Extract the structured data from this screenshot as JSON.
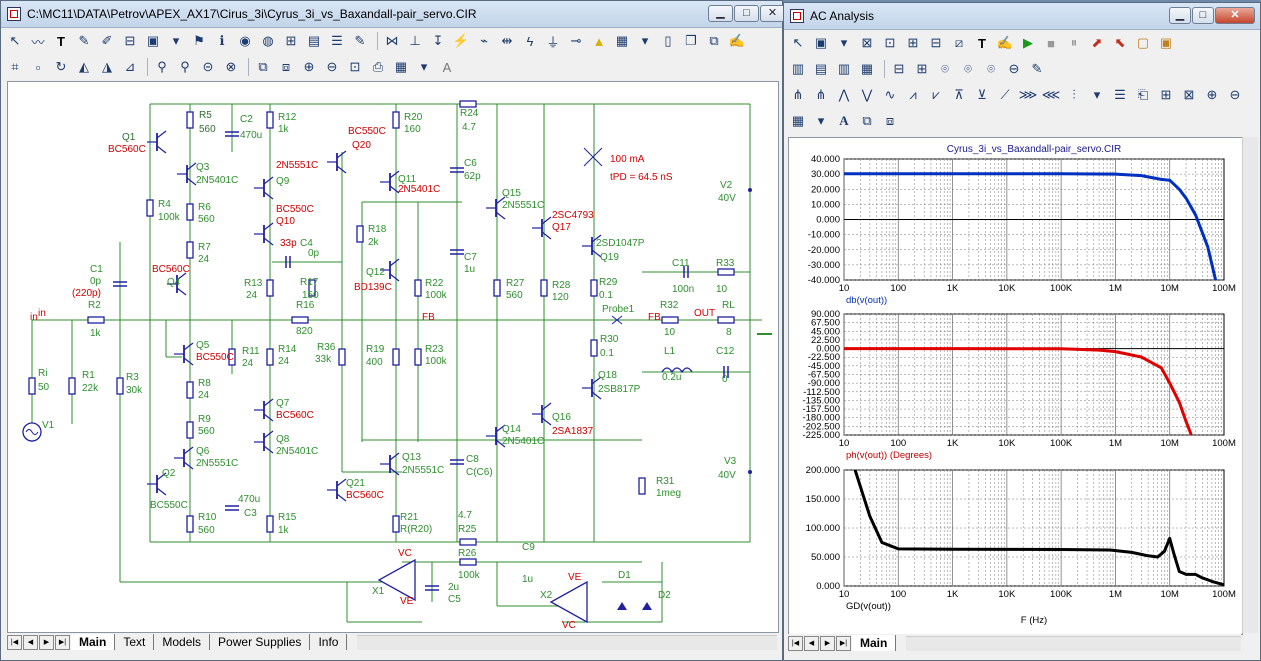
{
  "left_window": {
    "title": "C:\\MC11\\DATA\\Petrov\\APEX_AX17\\Cirus_3i\\Cyrus_3i_vs_Baxandall-pair_servo.CIR",
    "tabs": [
      "Main",
      "Text",
      "Models",
      "Power Supplies",
      "Info"
    ]
  },
  "right_window": {
    "title": "AC Analysis",
    "tabs": [
      "Main"
    ],
    "plot_title": "Cyrus_3i_vs_Baxandall-pair_servo.CIR",
    "x_axis_label": "F (Hz)"
  },
  "schematic": {
    "labels": [
      {
        "t": "R5"
      },
      {
        "t": "560"
      },
      {
        "t": "C2"
      },
      {
        "t": "470u"
      },
      {
        "t": "R12"
      },
      {
        "t": "1k"
      },
      {
        "t": "R20"
      },
      {
        "t": "160"
      },
      {
        "t": "BC550C"
      },
      {
        "t": "Q20"
      },
      {
        "t": "R24"
      },
      {
        "t": "4.7"
      },
      {
        "t": "Q1"
      },
      {
        "t": "BC560C"
      },
      {
        "t": "2N5551C"
      },
      {
        "t": "Q3"
      },
      {
        "t": "2N5401C"
      },
      {
        "t": "Q9"
      },
      {
        "t": "Q11"
      },
      {
        "t": "2N5401C"
      },
      {
        "t": "C6"
      },
      {
        "t": "62p"
      },
      {
        "t": "100 mA"
      },
      {
        "t": "tPD = 64.5 nS"
      },
      {
        "t": "R4"
      },
      {
        "t": "100k"
      },
      {
        "t": "R6"
      },
      {
        "t": "560"
      },
      {
        "t": "BC550C"
      },
      {
        "t": "Q10"
      },
      {
        "t": "Q15"
      },
      {
        "t": "2N5551C"
      },
      {
        "t": "2SC4793"
      },
      {
        "t": "Q17"
      },
      {
        "t": "V2"
      },
      {
        "t": "40V"
      },
      {
        "t": "R18"
      },
      {
        "t": "2k"
      },
      {
        "t": "R7"
      },
      {
        "t": "24"
      },
      {
        "t": "33p"
      },
      {
        "t": "C4"
      },
      {
        "t": "0p"
      },
      {
        "t": "2SD1047P"
      },
      {
        "t": "Q19"
      },
      {
        "t": "C11"
      },
      {
        "t": "R33"
      },
      {
        "t": "C1"
      },
      {
        "t": "0p"
      },
      {
        "t": "(220p)"
      },
      {
        "t": "BC560C"
      },
      {
        "t": "Q4"
      },
      {
        "t": "Q12"
      },
      {
        "t": "BD139C"
      },
      {
        "t": "R13"
      },
      {
        "t": "24"
      },
      {
        "t": "R17"
      },
      {
        "t": "150"
      },
      {
        "t": "C7"
      },
      {
        "t": "1u"
      },
      {
        "t": "R22"
      },
      {
        "t": "100k"
      },
      {
        "t": "R27"
      },
      {
        "t": "560"
      },
      {
        "t": "R28"
      },
      {
        "t": "120"
      },
      {
        "t": "R29"
      },
      {
        "t": "0.1"
      },
      {
        "t": "100n"
      },
      {
        "t": "10"
      },
      {
        "t": "R2"
      },
      {
        "t": "1k"
      },
      {
        "t": "R16"
      },
      {
        "t": "820"
      },
      {
        "t": "FB"
      },
      {
        "t": "Probe1"
      },
      {
        "t": "FB"
      },
      {
        "t": "R32"
      },
      {
        "t": "10"
      },
      {
        "t": "OUT"
      },
      {
        "t": "RL"
      },
      {
        "t": "8"
      },
      {
        "t": "in"
      },
      {
        "t": "in"
      },
      {
        "t": "Q5"
      },
      {
        "t": "BC550C"
      },
      {
        "t": "R11"
      },
      {
        "t": "24"
      },
      {
        "t": "R14"
      },
      {
        "t": "24"
      },
      {
        "t": "R36"
      },
      {
        "t": "33k"
      },
      {
        "t": "R19"
      },
      {
        "t": "400"
      },
      {
        "t": "R23"
      },
      {
        "t": "100k"
      },
      {
        "t": "R30"
      },
      {
        "t": "0.1"
      },
      {
        "t": "L1"
      },
      {
        "t": "0.2u"
      },
      {
        "t": "C12"
      },
      {
        "t": "0"
      },
      {
        "t": "Ri"
      },
      {
        "t": "50"
      },
      {
        "t": "R1"
      },
      {
        "t": "22k"
      },
      {
        "t": "R3"
      },
      {
        "t": "30k"
      },
      {
        "t": "Q18"
      },
      {
        "t": "2SB817P"
      },
      {
        "t": "R8"
      },
      {
        "t": "24"
      },
      {
        "t": "Q7"
      },
      {
        "t": "BC560C"
      },
      {
        "t": "V1"
      },
      {
        "t": "R9"
      },
      {
        "t": "560"
      },
      {
        "t": "Q14"
      },
      {
        "t": "2N5401C"
      },
      {
        "t": "Q16"
      },
      {
        "t": "2SA1837"
      },
      {
        "t": "Q6"
      },
      {
        "t": "2N5551C"
      },
      {
        "t": "Q8"
      },
      {
        "t": "2N5401C"
      },
      {
        "t": "Q13"
      },
      {
        "t": "2N5551C"
      },
      {
        "t": "C8"
      },
      {
        "t": "C(C6)"
      },
      {
        "t": "V3"
      },
      {
        "t": "40V"
      },
      {
        "t": "Q2"
      },
      {
        "t": "Q21"
      },
      {
        "t": "BC560C"
      },
      {
        "t": "R31"
      },
      {
        "t": "1meg"
      },
      {
        "t": "470u"
      },
      {
        "t": "BC550C"
      },
      {
        "t": "C3"
      },
      {
        "t": "R10"
      },
      {
        "t": "560"
      },
      {
        "t": "R15"
      },
      {
        "t": "1k"
      },
      {
        "t": "R21"
      },
      {
        "t": "R(R20)"
      },
      {
        "t": "4.7"
      },
      {
        "t": "R25"
      },
      {
        "t": "VC"
      },
      {
        "t": "R26"
      },
      {
        "t": "100k"
      },
      {
        "t": "C9"
      },
      {
        "t": "1u"
      },
      {
        "t": "VE"
      },
      {
        "t": "D1"
      },
      {
        "t": "X1"
      },
      {
        "t": "2u"
      },
      {
        "t": "C5"
      },
      {
        "t": "VE"
      },
      {
        "t": "X2"
      },
      {
        "t": "D2"
      },
      {
        "t": "VC"
      }
    ]
  },
  "chart_data": [
    {
      "type": "line",
      "title": "Cyrus_3i_vs_Baxandall-pair_servo.CIR",
      "ylabel": "db(v(out))",
      "xscale": "log",
      "xlim": [
        10,
        100000000
      ],
      "ylim": [
        -40,
        40
      ],
      "grid": true,
      "y_ticks": [
        "40.000",
        "30.000",
        "20.000",
        "10.000",
        "0.000",
        "-10.000",
        "-20.000",
        "-30.000",
        "-40.000"
      ],
      "x_ticks": [
        "10",
        "100",
        "1K",
        "10K",
        "100K",
        "1M",
        "10M",
        "100M"
      ],
      "color": "#0030c0",
      "x": [
        10,
        1000,
        100000,
        1000000,
        3000000,
        7000000,
        10000000,
        15000000,
        20000000,
        30000000,
        50000000,
        70000000
      ],
      "y": [
        30.3,
        30.3,
        30.2,
        30.0,
        29.0,
        26.5,
        26.0,
        20.0,
        14.0,
        3.0,
        -18.0,
        -40.0
      ]
    },
    {
      "type": "line",
      "ylabel": "ph(v(out)) (Degrees)",
      "xscale": "log",
      "xlim": [
        10,
        100000000
      ],
      "ylim": [
        -225,
        90
      ],
      "grid": true,
      "y_ticks": [
        "90.000",
        "67.500",
        "45.000",
        "22.500",
        "0.000",
        "-22.500",
        "-45.000",
        "-67.500",
        "-90.000",
        "-112.500",
        "-135.000",
        "-157.500",
        "-180.000",
        "-202.500",
        "-225.000"
      ],
      "x_ticks": [
        "10",
        "100",
        "1K",
        "10K",
        "100K",
        "1M",
        "10M",
        "100M"
      ],
      "color": "#e00000",
      "x": [
        10,
        1000,
        100000,
        500000,
        1000000,
        3000000,
        7000000,
        10000000,
        15000000,
        20000000,
        25000000
      ],
      "y": [
        0,
        0,
        -0.5,
        -4,
        -8,
        -22,
        -50,
        -90,
        -140,
        -190,
        -225
      ]
    },
    {
      "type": "line",
      "ylabel": "GD(v(out))",
      "xscale": "log",
      "xlim": [
        10,
        100000000
      ],
      "ylim": [
        0,
        200
      ],
      "grid": true,
      "y_ticks": [
        "200.000",
        "150.000",
        "100.000",
        "50.000",
        "0.000"
      ],
      "x_ticks": [
        "10",
        "100",
        "1K",
        "10K",
        "100K",
        "1M",
        "10M",
        "100M"
      ],
      "xlabel": "F (Hz)",
      "color": "#000000",
      "x": [
        16,
        30,
        50,
        100,
        1000,
        100000,
        800000,
        2000000,
        4000000,
        6000000,
        8000000,
        10000000,
        12000000,
        15000000,
        20000000,
        30000000,
        40000000,
        60000000,
        100000000
      ],
      "y": [
        200,
        120,
        75,
        64,
        63.5,
        63,
        62,
        58,
        52,
        50,
        60,
        82,
        55,
        25,
        20,
        20,
        14,
        8,
        2
      ]
    }
  ]
}
